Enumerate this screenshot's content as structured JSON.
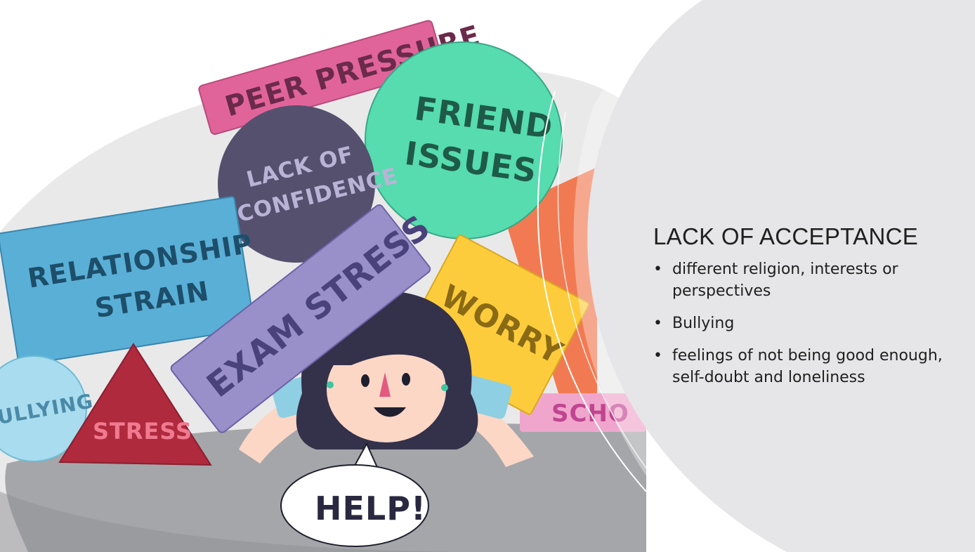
{
  "illustration": {
    "labels": {
      "peer_pressure": "PEER PRESSURE",
      "friend_issues_line1": "FRIEND",
      "friend_issues_line2": "ISSUES",
      "lack_of_confidence_line1": "LACK OF",
      "lack_of_confidence_line2": "CONFIDENCE",
      "relationship_strain_line1": "RELATIONSHIP",
      "relationship_strain_line2": "STRAIN",
      "exam_stress": "EXAM STRESS",
      "worry": "WORRY",
      "bullying": "ULLYING",
      "stress": "STRESS",
      "school": "SCHO",
      "help": "HELP!"
    },
    "colors": {
      "peer_pressure": "#e0649a",
      "friend_issues": "#56dcae",
      "lack_of_confidence": "#55506e",
      "relationship_strain": "#5aafd6",
      "exam_stress": "#9990c9",
      "worry": "#fdcc3c",
      "bullying": "#a8dcee",
      "stress": "#b02a3e",
      "school": "#f0a6cc",
      "orange_shape": "#f27a52",
      "ground": "#a5a6aa"
    }
  },
  "content": {
    "title": "LACK OF ACCEPTANCE",
    "bullets": [
      "different religion, interests or perspectives",
      "Bullying",
      "feelings of not being good enough, self-doubt and loneliness"
    ]
  }
}
